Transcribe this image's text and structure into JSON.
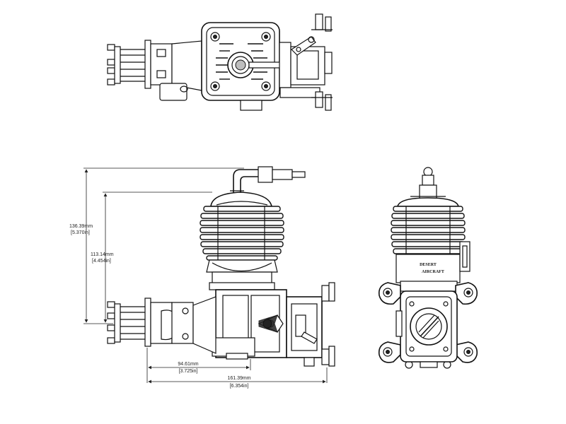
{
  "dimensions": {
    "overall_height": {
      "mm": "136.39mm",
      "in": "[5.370in]"
    },
    "cylinder_height": {
      "mm": "113.14mm",
      "in": "[4.454in]"
    },
    "mount_to_prop": {
      "mm": "94.61mm",
      "in": "[3.725in]"
    },
    "overall_length": {
      "mm": "161.39mm",
      "in": "[6.354in]"
    }
  },
  "brand": {
    "line1": "DESERT",
    "line2": "AIRCRAFT"
  }
}
